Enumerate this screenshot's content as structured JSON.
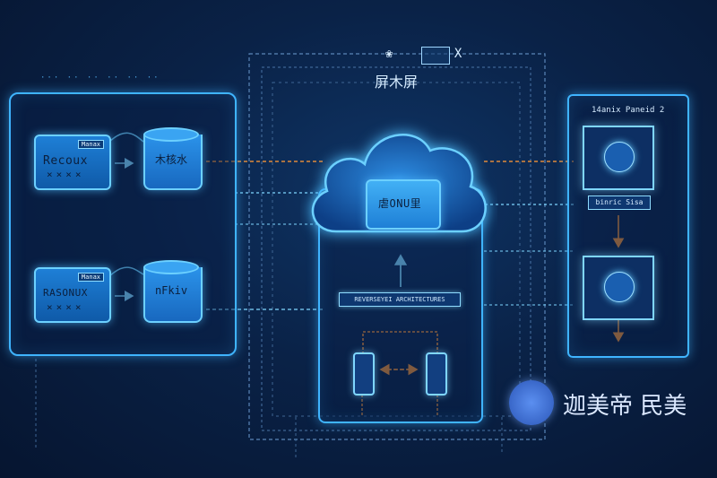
{
  "header": {
    "icons_line": "❀ X",
    "title": "屏木屏"
  },
  "left_caption": "··· ·· ·· ·· ·· ··",
  "left_panel": {
    "card1": {
      "tag": "Manax",
      "title": "Recoux",
      "sub": "××××"
    },
    "db1": {
      "label": "木核水"
    },
    "card2": {
      "tag": "Manax",
      "title": "RASONUX",
      "sub": "××××"
    },
    "db2": {
      "label": "nFkiv"
    }
  },
  "center": {
    "cloud_label": "虐ONU里",
    "banner": "REVERSEYEI ARCHITECTURES"
  },
  "right_panel": {
    "title": "14anix Paneid 2",
    "label": "binric Sisa"
  },
  "watermark": {
    "text": "迦美帝 民美"
  },
  "colors": {
    "accent": "#3fb4ff",
    "glow": "#6cd0ff",
    "arrow_orange": "#e08a3a",
    "background": "#0a2247"
  }
}
